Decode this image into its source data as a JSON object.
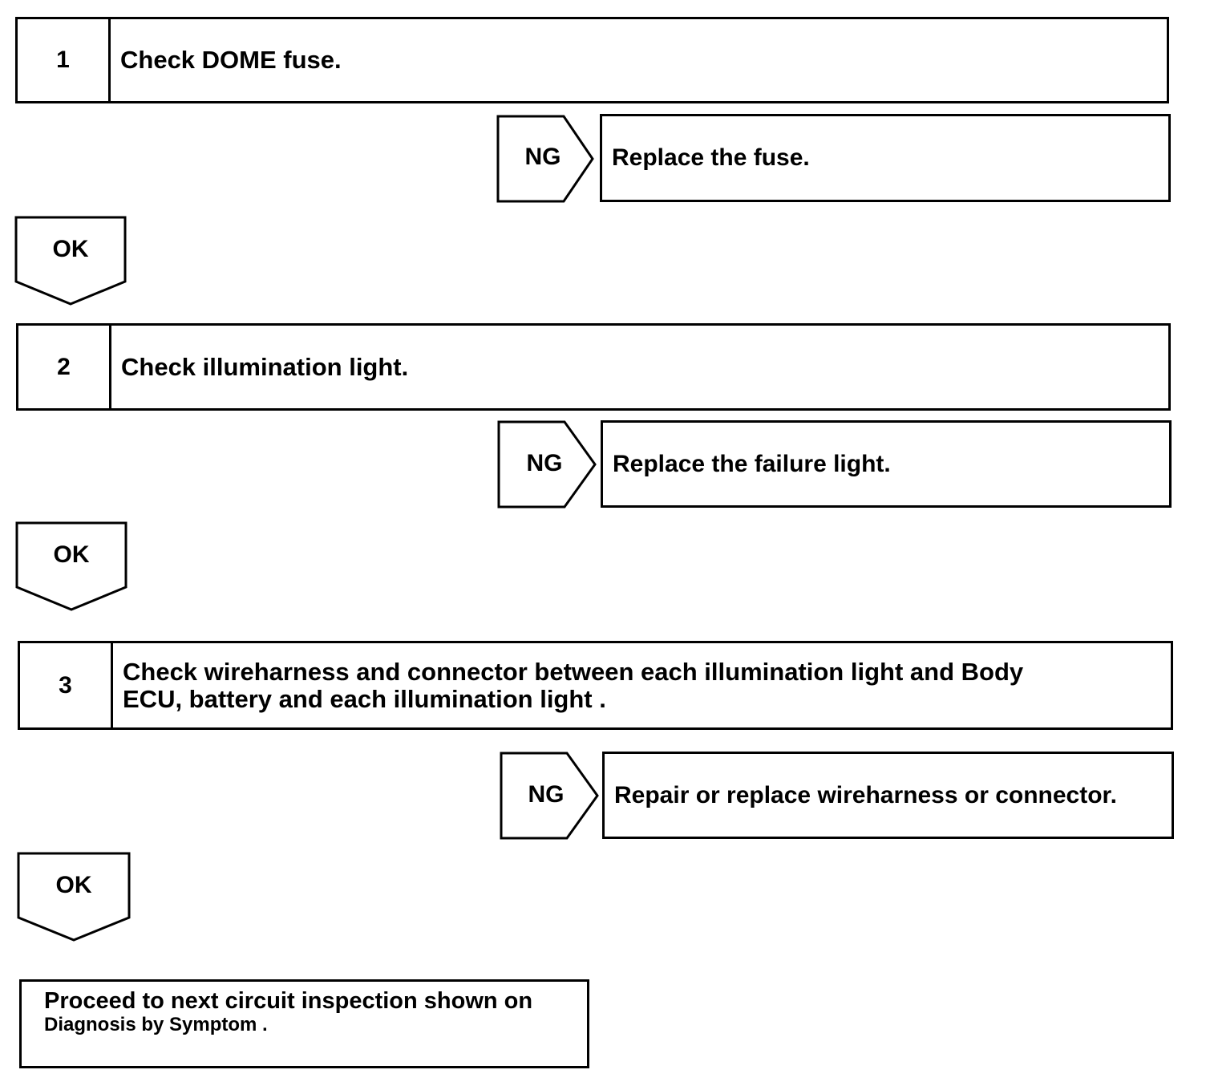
{
  "steps": [
    {
      "number": "1",
      "text": "Check DOME fuse."
    },
    {
      "number": "2",
      "text": "Check illumination light."
    },
    {
      "number": "3",
      "text": "Check wireharness and connector between each illumination light and Body\nECU, battery and each illumination light ."
    }
  ],
  "ng_branches": [
    {
      "label": "NG",
      "action": "Replace the fuse."
    },
    {
      "label": "NG",
      "action": "Replace the failure light."
    },
    {
      "label": "NG",
      "action": "Repair or replace wireharness or connector."
    }
  ],
  "ok_arrows": [
    {
      "label": "OK"
    },
    {
      "label": "OK"
    },
    {
      "label": "OK"
    }
  ],
  "final": {
    "line1": "Proceed to next circuit inspection shown on",
    "line2": "Diagnosis by Symptom ."
  }
}
